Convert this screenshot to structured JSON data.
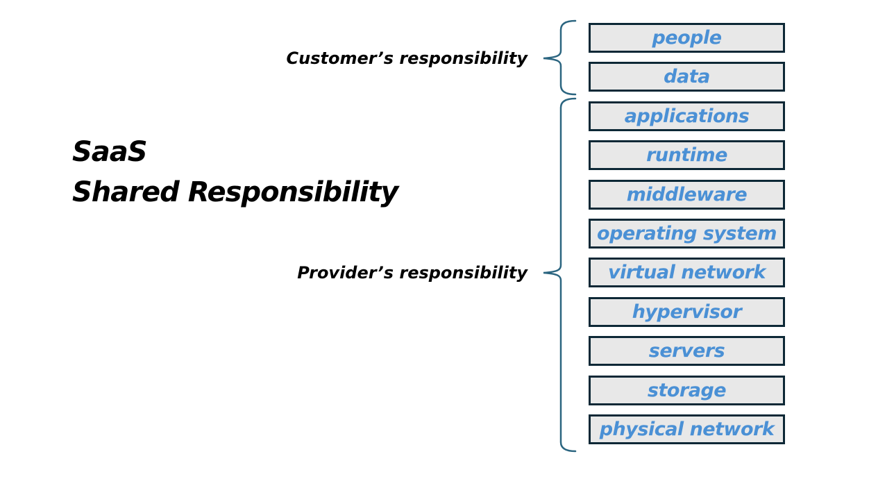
{
  "diagram": {
    "title_line1": "SaaS",
    "title_line2": "Shared Responsibility",
    "customer_label": "Customer’s responsibility",
    "provider_label": "Provider’s responsibility",
    "layers": [
      {
        "label": "people",
        "responsibility": "customer"
      },
      {
        "label": "data",
        "responsibility": "customer"
      },
      {
        "label": "applications",
        "responsibility": "provider"
      },
      {
        "label": "runtime",
        "responsibility": "provider"
      },
      {
        "label": "middleware",
        "responsibility": "provider"
      },
      {
        "label": "operating system",
        "responsibility": "provider"
      },
      {
        "label": "virtual network",
        "responsibility": "provider"
      },
      {
        "label": "hypervisor",
        "responsibility": "provider"
      },
      {
        "label": "servers",
        "responsibility": "provider"
      },
      {
        "label": "storage",
        "responsibility": "provider"
      },
      {
        "label": "physical network",
        "responsibility": "provider"
      }
    ],
    "colors": {
      "background": "#ffffff",
      "layer_fill": "#e8e8e8",
      "layer_border": "#0d2836",
      "layer_text": "#4a90d5",
      "bracket": "#2b6580",
      "label_text": "#000000"
    }
  }
}
